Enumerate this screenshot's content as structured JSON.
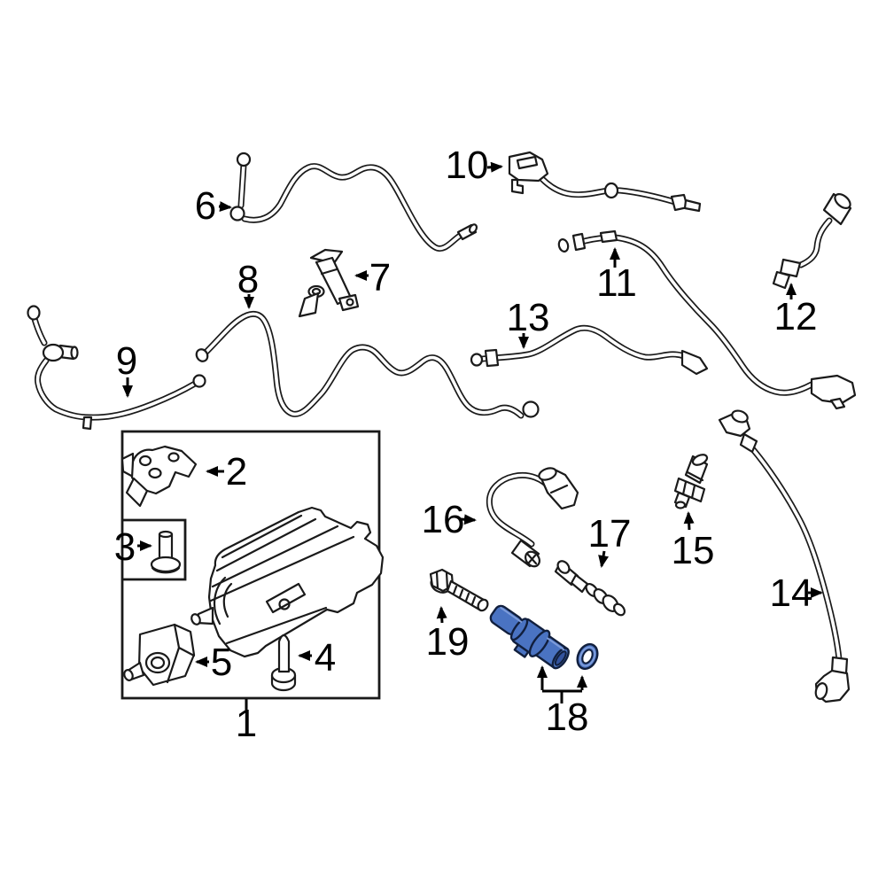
{
  "diagram": {
    "type": "exploded-parts-diagram",
    "description": "Line-art exploded diagram of evaporative emission system hoses, canister, brackets, valves and sensors; item 18 highlighted",
    "background_color": "#ffffff",
    "line_color": "#1a1a1a",
    "highlighted_part": {
      "label": "18",
      "fill": "#4a73c2",
      "outline": "#111f3d",
      "light": "#7e9cd9",
      "dark": "#33539e"
    },
    "callouts": [
      {
        "label": "1"
      },
      {
        "label": "2"
      },
      {
        "label": "3"
      },
      {
        "label": "4"
      },
      {
        "label": "5"
      },
      {
        "label": "6"
      },
      {
        "label": "7"
      },
      {
        "label": "8"
      },
      {
        "label": "9"
      },
      {
        "label": "10"
      },
      {
        "label": "11"
      },
      {
        "label": "12"
      },
      {
        "label": "13"
      },
      {
        "label": "14"
      },
      {
        "label": "15"
      },
      {
        "label": "16"
      },
      {
        "label": "17"
      },
      {
        "label": "18"
      },
      {
        "label": "19"
      }
    ]
  }
}
